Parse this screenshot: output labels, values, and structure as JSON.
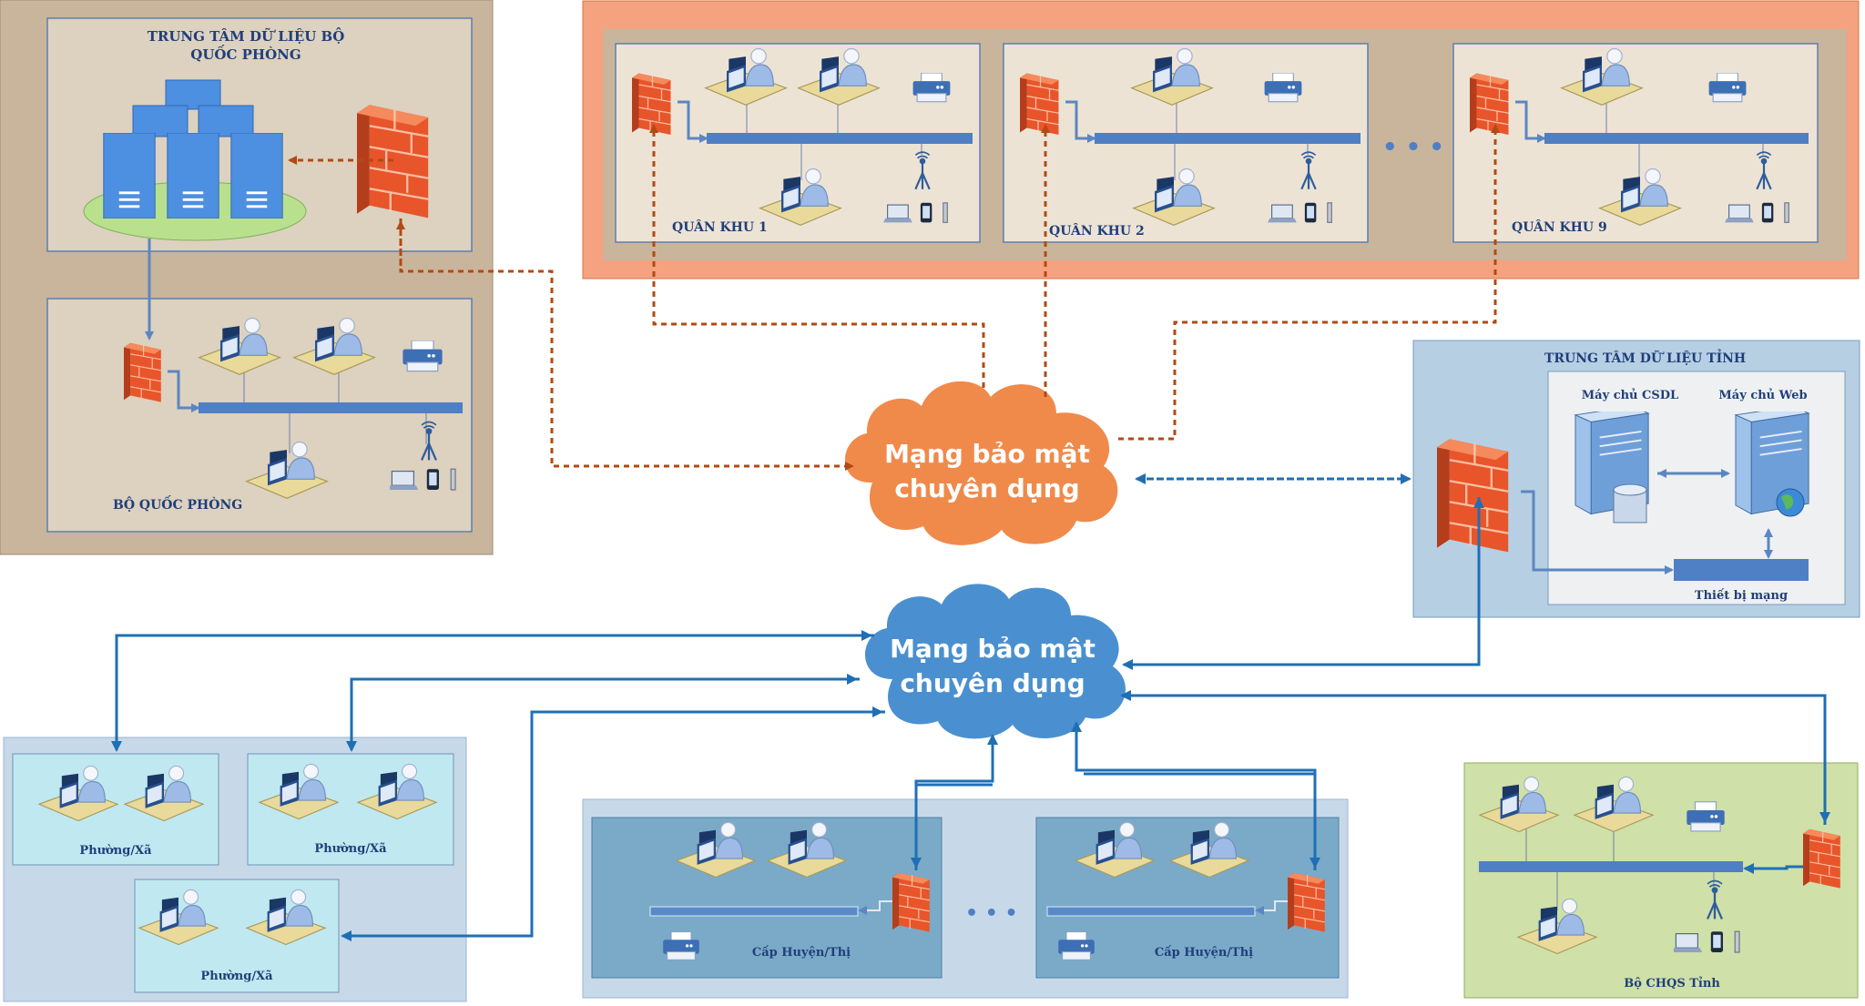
{
  "colors": {
    "orange_link": "#b24a12",
    "blue_link": "#1f6fb5",
    "cloud_orange": "#f08a4b",
    "cloud_blue": "#4a90d0",
    "military_panel": "#c9b59c",
    "zones_panel": "#f4a27f",
    "province_panel": "#b7cfe3",
    "commune_panel": "#bfe8f0",
    "district_panel": "#7aaac8",
    "chqs_panel": "#cfe0a8"
  },
  "icons": [
    "firewall-icon",
    "server-icon",
    "user-workstation-icon",
    "printer-icon",
    "wireless-antenna-icon",
    "laptop-icon",
    "phone-icon",
    "network-bus-icon",
    "database-server-icon",
    "web-server-icon",
    "cloud-icon"
  ],
  "mod_datacenter": {
    "title_line1": "TRUNG TÂM DỮ LIỆU BỘ",
    "title_line2": "QUỐC PHÒNG"
  },
  "mod_lan": {
    "label": "BỘ QUỐC PHÒNG"
  },
  "zones": [
    {
      "label": "QUÂN KHU 1"
    },
    {
      "label": "QUÂN KHU 2"
    },
    {
      "label": "QUÂN KHU 9"
    }
  ],
  "zones_ellipsis": "• • •",
  "clouds": {
    "orange": {
      "line1": "Mạng bảo mật",
      "line2": "chuyên dụng"
    },
    "blue": {
      "line1": "Mạng bảo mật",
      "line2": "chuyên dụng"
    }
  },
  "province_dc": {
    "title": "TRUNG TÂM DỮ LIỆU TỈNH",
    "db_server": "Máy chủ CSDL",
    "web_server": "Máy chủ Web",
    "network_device": "Thiết bị mạng"
  },
  "communes": [
    {
      "label": "Phường/Xã"
    },
    {
      "label": "Phường/Xã"
    },
    {
      "label": "Phường/Xã"
    }
  ],
  "districts": [
    {
      "label": "Cấp Huyện/Thị"
    },
    {
      "label": "Cấp Huyện/Thị"
    }
  ],
  "districts_ellipsis": "• • •",
  "chqs": {
    "label": "Bộ CHQS Tỉnh"
  }
}
